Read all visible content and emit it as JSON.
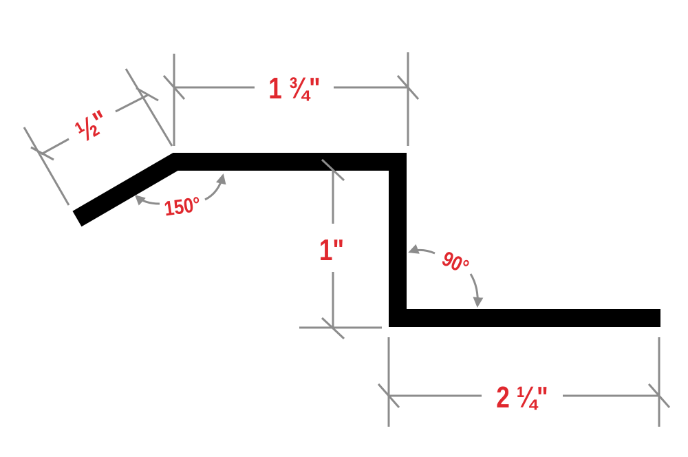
{
  "diagram": {
    "dimensions": {
      "top_length": "1 ¾\"",
      "angled_length": "½\"",
      "rise": "1\"",
      "bottom_length": "2 ¼\""
    },
    "angles": {
      "upper_angle": "150°",
      "lower_angle": "90°"
    },
    "colors": {
      "profile": "#000000",
      "dimension_lines": "#8c8c8c",
      "labels": "#e0282e"
    }
  }
}
